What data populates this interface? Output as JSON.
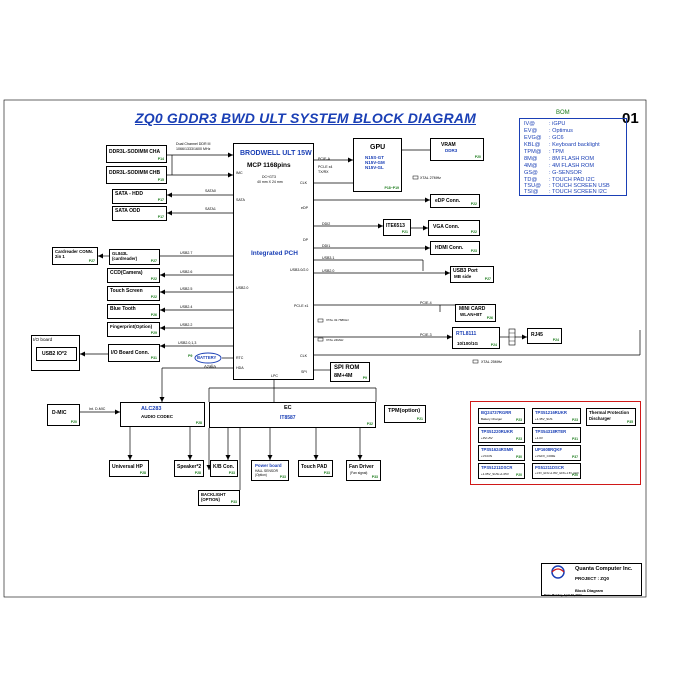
{
  "header": {
    "title": "ZQ0  GDDR3 BWD ULT SYSTEM BLOCK DIAGRAM",
    "page_number": "01"
  },
  "bom": {
    "heading": "BOM",
    "items": [
      {
        "key": "IV@",
        "desc": ": iGPU"
      },
      {
        "key": "EV@",
        "desc": ": Optimus"
      },
      {
        "key": "EVG@",
        "desc": ": GC6"
      },
      {
        "key": "KBL@",
        "desc": ": Keyboard backlight"
      },
      {
        "key": "TPM@",
        "desc": ": TPM"
      },
      {
        "key": "8M@",
        "desc": ": 8M FLASH ROM"
      },
      {
        "key": "4M@",
        "desc": ": 4M FLASH ROM"
      },
      {
        "key": "GS@",
        "desc": ": G-SENSOR"
      },
      {
        "key": "TD@",
        "desc": ": TOUCH PAD I2C"
      },
      {
        "key": "TSU@",
        "desc": ": TOUCH SCREEN USB"
      },
      {
        "key": "TSI@",
        "desc": ": TOUCH SCREEN I2C"
      }
    ]
  },
  "cpu": {
    "name": "BRODWELL ULT 15W",
    "package": "MCP 1168pins",
    "pkg_note1": "DC+GT3",
    "pkg_note2": "40 mm X 24 mm",
    "pch": "Integrated  PCH",
    "ports": [
      "IMC",
      "SATA",
      "USB2.0",
      "RTC",
      "HDA",
      "PCIE-A",
      "PCI-E x4",
      "TX/RX",
      "CLK",
      "eDP",
      "DDI2",
      "DP",
      "DDI1",
      "USB3.0/2.0",
      "PCI-E x1",
      "SPI",
      "LPC",
      "CLK"
    ]
  },
  "memory": {
    "dimm_a": "DDR3L-SODIMM CHA",
    "dimm_a_page": "P14",
    "dimm_b": "DDR3L-SODIMM CHB",
    "dimm_b_page": "P15",
    "channel_note1": "Dual Channel DDR III",
    "channel_note2": "1066/1333/1600 MHz"
  },
  "storage": {
    "hdd": "SATA - HDD",
    "hdd_page": "P17",
    "hdd_bus": "SATA0",
    "odd": "SATA ODD",
    "odd_page": "P17",
    "odd_bus": "SATA1"
  },
  "usb_devices": [
    {
      "label": "GL843L (cardreader)",
      "page": "P27",
      "bus": "USB2.7"
    },
    {
      "label": "CCD(Camera)",
      "page": "P22",
      "bus": "USB2.6"
    },
    {
      "label": "Touch Screen",
      "page": "P22",
      "bus": "USB2.5"
    },
    {
      "label": "Blue Tooth",
      "page": "P26",
      "bus": "USB2.4"
    },
    {
      "label": "Fingerprint(Option)",
      "page": "P29",
      "bus": "USB2.2"
    },
    {
      "label": "I/O Board Conn.",
      "page": "P31",
      "bus": "USB2.0,1,3"
    }
  ],
  "cardreader_conn": "Cardreader CONN. 2in 1",
  "cardreader_conn_page": "P27",
  "io_board": {
    "frame_label": "I/O board",
    "usb": "USB2 IO*2"
  },
  "battery": "BATTERY",
  "battery_page": "P9",
  "azalia": "Azalia",
  "gpu": {
    "name": "GPU",
    "variants": [
      "N15S-GT",
      "N15V-GM",
      "N15V-GL"
    ],
    "page": "P18~P19",
    "xtal": "XTAL 27MHz",
    "bus_note": "PCI-E x4"
  },
  "vram": {
    "name": "VRAM",
    "type": "DDR3",
    "page": "P20"
  },
  "display": {
    "edp": "eDP  Conn.",
    "edp_page": "P22",
    "ite": "ITE6513",
    "ite_page": "P21",
    "vga": "VGA Conn.",
    "vga_page": "P22",
    "hdmi": "HDMI Conn.",
    "hdmi_page": "P23",
    "ddi2": "DDI2",
    "ddi1": "DDI1"
  },
  "usb3": {
    "label": "USB3 Port",
    "sub": "MB side",
    "page": "P27",
    "bus_a": "USB3.1",
    "bus_b": "USB2.0"
  },
  "wlan": {
    "label": "MINI CARD",
    "sub": "WLAN+BT",
    "page": "P26",
    "bus": "PCIE-4"
  },
  "lan": {
    "label": "RTL8111",
    "speed": "10/100/1G",
    "page": "P24",
    "bus": "PCIE-3",
    "xtal": "XTAL 25MHz"
  },
  "rj45": {
    "label": "RJ45",
    "page": "P24"
  },
  "pch_xtal": {
    "a": "XTAL 32.768KHz",
    "b": "XTAL 24MHz"
  },
  "spi_rom": {
    "label": "SPI ROM",
    "size": "8M+4M",
    "page": "P9"
  },
  "audio": {
    "codec": "ALC283",
    "sub": "AUDIO CODEC",
    "page": "P28",
    "dmic": "D-MIC",
    "dmic_page": "P20",
    "int_dmic": "Int. D-MIC",
    "hp": "Universal HP",
    "hp_page": "P28",
    "speaker": "Speaker*2",
    "speaker_page": "P28"
  },
  "ec": {
    "name": "EC",
    "part": "IT8587",
    "page": "P32",
    "kb": "K/B Con.",
    "kb_page": "P33",
    "power_board": "Power board",
    "power_sub1": "HALL SENSOR",
    "power_sub2": "(Option)",
    "power_page": "P33",
    "touchpad": "Touch PAD",
    "touchpad_page": "P33",
    "fan": "Fan Driver",
    "fan_sub": "(Fan signal)",
    "fan_page": "P33",
    "backlight": "BACKLIGHT (OPTION)",
    "backlight_page": "P33"
  },
  "tpm": {
    "label": "TPM(option)",
    "page": "P21"
  },
  "power": [
    {
      "title": "BQ24737RGRR",
      "sub": "Battery Charger",
      "page": "P23"
    },
    {
      "title": "TPS51216RUKR",
      "sub": "+1.35V_SUS",
      "page": "P23"
    },
    {
      "title": "TPS51220RUKR",
      "sub": "+3V/+5V",
      "page": "P23"
    },
    {
      "title": "TPS54318RTER",
      "sub": "+1.0V",
      "page": "P31"
    },
    {
      "title": "TPS51624RSMR",
      "sub": "+VCCIN",
      "page": "P30"
    },
    {
      "title": "UP1608RQKF",
      "sub": "+VGFX_CORE",
      "page": "P37"
    },
    {
      "title": "TPS51211DSCR",
      "sub": "+1.05V_SUS/+1.05V",
      "page": "P20"
    },
    {
      "title": "PS51211DSCR",
      "sub": "+1.5V_GFX/+1.05V_GFX/+1.5V_GFX",
      "page": "P20"
    }
  ],
  "thermal": {
    "label": "Thermal Protection",
    "sub": "Discharger",
    "page": "P35"
  },
  "title_block": {
    "company": "Quanta Computer Inc.",
    "project": "PROJECT :  ZQ0",
    "doc": "Block Diagram",
    "date": "Date: Monday, April 07, 2014"
  },
  "colors": {
    "accent_blue": "#1a3fb5",
    "page_green": "#1a7a1a",
    "power_frame_red": "#d01818"
  }
}
